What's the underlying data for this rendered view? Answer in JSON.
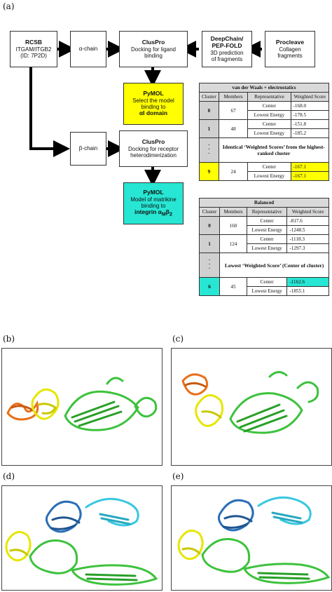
{
  "panels": {
    "a": "(a)",
    "b": "(b)",
    "c": "(c)",
    "d": "(d)",
    "e": "(e)"
  },
  "flow": {
    "rcsb": {
      "title": "RCSB",
      "line1": "ITGAM/ITGB2",
      "line2": "(ID: 7P2D)"
    },
    "alpha": {
      "label": "α-chain"
    },
    "beta": {
      "label": "β-chain"
    },
    "cluspro1": {
      "title": "ClusPro",
      "line1": "Docking for ligand",
      "line2": "binding"
    },
    "deepchain": {
      "title1": "DeepChain/",
      "title2": "PEP-FOLD",
      "line1": "3D prediction",
      "line2": "of fragments"
    },
    "procleave": {
      "title": "Procleave",
      "line1": "Collagen",
      "line2": "fragments"
    },
    "pymol1": {
      "title": "PyMOL",
      "line1": "Select the model",
      "line2": "binding to",
      "line3": "αI domain"
    },
    "cluspro2": {
      "title": "ClusPro",
      "line1": "Docking for receptor",
      "line2": "heterodimerization"
    },
    "pymol2": {
      "title": "PyMOL",
      "line1": "Model of matrikine",
      "line2": "binding to",
      "line3": "integrin α",
      "sub1": "M",
      "line3b": "β",
      "sub2": "2"
    }
  },
  "table1": {
    "title": "van der Waals + electrostatics",
    "headers": [
      "Cluster",
      "Members",
      "Representative",
      "Weighted Score"
    ],
    "rows": [
      {
        "cluster": "0",
        "members": "67",
        "center": "-168.0",
        "lowest": "-178.5"
      },
      {
        "cluster": "1",
        "members": "48",
        "center": "-151.8",
        "lowest": "-185.2"
      },
      {
        "cluster": "9",
        "members": "24",
        "center": "-167.1",
        "lowest": "-167.1"
      }
    ],
    "rep_center": "Center",
    "rep_lowest": "Lowest Energy",
    "dots": "·\n·\n·",
    "note": "Identical ‘Weighted Scores’ from the highest-ranked cluster"
  },
  "table2": {
    "title": "Balanced",
    "headers": [
      "Cluster",
      "Members",
      "Representative",
      "Weighted Score"
    ],
    "rows": [
      {
        "cluster": "0",
        "members": "160",
        "center": "-817.6",
        "lowest": "-1248.5"
      },
      {
        "cluster": "1",
        "members": "124",
        "center": "-1118.3",
        "lowest": "-1297.3"
      },
      {
        "cluster": "6",
        "members": "45",
        "center": "-1162.6",
        "lowest": "-1855.1"
      }
    ],
    "rep_center": "Center",
    "rep_lowest": "Lowest Energy",
    "note": "Lowest ‘Weighted Score’ (Center of cluster)"
  },
  "colors": {
    "yellow_box": "#ffff00",
    "cyan_box": "#27e6d3",
    "protein_green": "#3cc23c",
    "protein_yellow": "#e6e600",
    "protein_orange": "#e8701a",
    "protein_blue": "#2a6fb8",
    "protein_cyan": "#38c8e0"
  }
}
